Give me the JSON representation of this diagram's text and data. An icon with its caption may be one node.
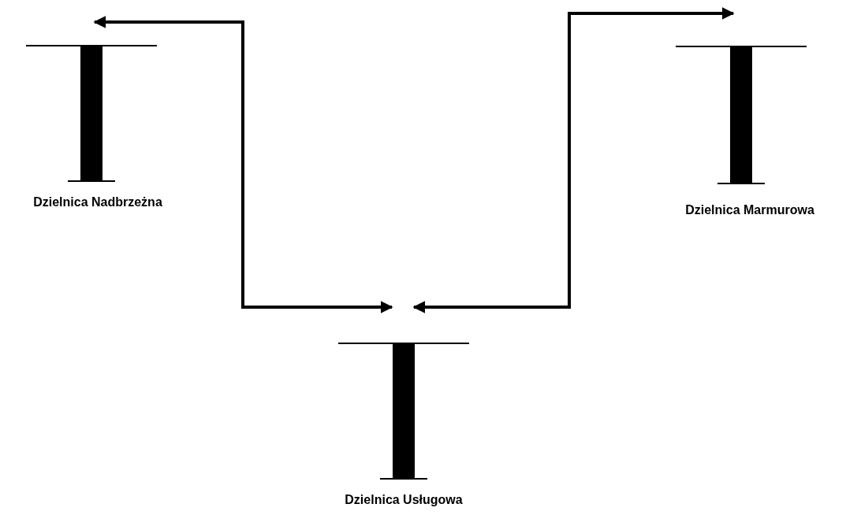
{
  "diagram": {
    "nodes": [
      {
        "text": [
          "Dzielnica Nadbrzeżna"
        ]
      },
      {
        "text": [
          "Dzielnica Marmurowa"
        ]
      },
      {
        "text": [
          "Dzielnica Usługowa"
        ]
      }
    ],
    "edges": [
      {
        "from": 0,
        "to": 2,
        "arrow": "both"
      },
      {
        "from": 2,
        "to": 1,
        "arrow": "both"
      }
    ]
  }
}
